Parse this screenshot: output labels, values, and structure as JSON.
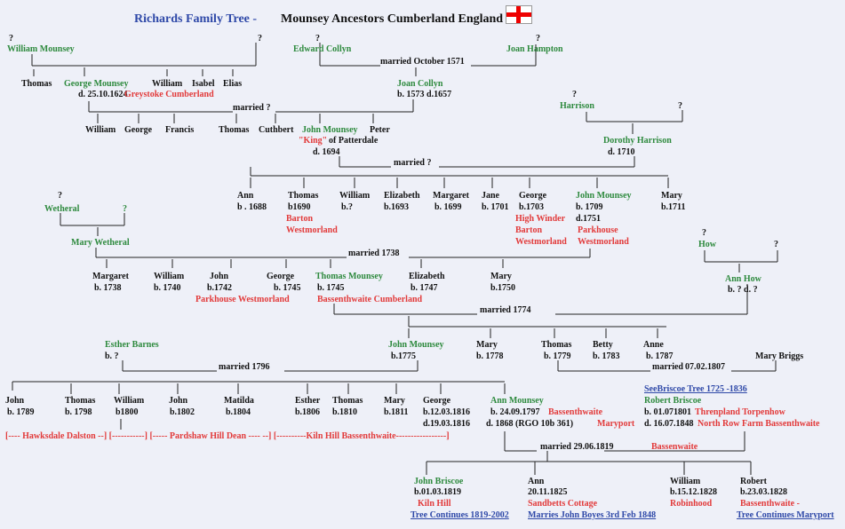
{
  "title": {
    "family": "Richards Family Tree -",
    "subtitle": "Mounsey Ancestors Cumberland England",
    "flag_icon": "england-flag-icon"
  },
  "colors": {
    "background": "#eef0f8",
    "green": "#2e8a3e",
    "red": "#e23a3a",
    "blue": "#2f49a8"
  },
  "labels": [
    {
      "t": "?",
      "c": "k"
    },
    {
      "t": "William Mounsey",
      "c": "g"
    },
    {
      "t": "?",
      "c": "k"
    },
    {
      "t": "?",
      "c": "k"
    },
    {
      "t": "Edward Collyn",
      "c": "g"
    },
    {
      "t": "?",
      "c": "k"
    },
    {
      "t": "Joan Hampton",
      "c": "g"
    },
    {
      "t": "married October 1571",
      "c": "k"
    },
    {
      "t": "Thomas",
      "c": "k"
    },
    {
      "t": "George Mounsey",
      "c": "g"
    },
    {
      "t": "William",
      "c": "k"
    },
    {
      "t": "Isabel",
      "c": "k"
    },
    {
      "t": "Elias",
      "c": "k"
    },
    {
      "t": "d. 25.10.1624",
      "c": "k"
    },
    {
      "t": "Greystoke Cumberland",
      "c": "r"
    },
    {
      "t": "Joan Collyn",
      "c": "g"
    },
    {
      "t": "b. 1573  d.1657",
      "c": "k"
    },
    {
      "t": "?",
      "c": "k"
    },
    {
      "t": "Harrison",
      "c": "g"
    },
    {
      "t": "?",
      "c": "k"
    },
    {
      "t": "married ?",
      "c": "k"
    },
    {
      "t": "William",
      "c": "k"
    },
    {
      "t": "George",
      "c": "k"
    },
    {
      "t": "Francis",
      "c": "k"
    },
    {
      "t": "Thomas",
      "c": "k"
    },
    {
      "t": "Cuthbert",
      "c": "k"
    },
    {
      "t": "John Mounsey",
      "c": "g"
    },
    {
      "t": "Peter",
      "c": "k"
    },
    {
      "t": "\"King\"",
      "c": "r"
    },
    {
      "t": "of Patterdale",
      "c": "k"
    },
    {
      "t": "d. 1694",
      "c": "k"
    },
    {
      "t": "Dorothy Harrison",
      "c": "g"
    },
    {
      "t": "d. 1710",
      "c": "k"
    },
    {
      "t": "married ?",
      "c": "k"
    },
    {
      "t": "?",
      "c": "k"
    },
    {
      "t": "Wetheral",
      "c": "g"
    },
    {
      "t": "?",
      "c": "g"
    },
    {
      "t": "Ann",
      "c": "k"
    },
    {
      "t": "b . 1688",
      "c": "k"
    },
    {
      "t": "Thomas",
      "c": "k"
    },
    {
      "t": "b1690",
      "c": "k"
    },
    {
      "t": "Barton",
      "c": "r"
    },
    {
      "t": "Westmorland",
      "c": "r"
    },
    {
      "t": "William",
      "c": "k"
    },
    {
      "t": "b.?",
      "c": "k"
    },
    {
      "t": "Elizabeth",
      "c": "k"
    },
    {
      "t": "b.1693",
      "c": "k"
    },
    {
      "t": "Margaret",
      "c": "k"
    },
    {
      "t": "b. 1699",
      "c": "k"
    },
    {
      "t": "Jane",
      "c": "k"
    },
    {
      "t": "b. 1701",
      "c": "k"
    },
    {
      "t": "George",
      "c": "k"
    },
    {
      "t": "b.1703",
      "c": "k"
    },
    {
      "t": "High Winder",
      "c": "r"
    },
    {
      "t": "Barton",
      "c": "r"
    },
    {
      "t": "Westmorland",
      "c": "r"
    },
    {
      "t": "John Mounsey",
      "c": "g"
    },
    {
      "t": "b. 1709",
      "c": "k"
    },
    {
      "t": "d.1751",
      "c": "k"
    },
    {
      "t": "Parkhouse",
      "c": "r"
    },
    {
      "t": "Westmorland",
      "c": "r"
    },
    {
      "t": "Mary",
      "c": "k"
    },
    {
      "t": "b.1711",
      "c": "k"
    },
    {
      "t": "Mary Wetheral",
      "c": "g"
    },
    {
      "t": "married 1738",
      "c": "k"
    },
    {
      "t": "?",
      "c": "k"
    },
    {
      "t": "How",
      "c": "g"
    },
    {
      "t": "?",
      "c": "k"
    },
    {
      "t": "Margaret",
      "c": "k"
    },
    {
      "t": "b. 1738",
      "c": "k"
    },
    {
      "t": "William",
      "c": "k"
    },
    {
      "t": "b. 1740",
      "c": "k"
    },
    {
      "t": "John",
      "c": "k"
    },
    {
      "t": "b.1742",
      "c": "k"
    },
    {
      "t": "Parkhouse Westmorland",
      "c": "r"
    },
    {
      "t": "George",
      "c": "k"
    },
    {
      "t": "b. 1745",
      "c": "k"
    },
    {
      "t": "Thomas Mounsey",
      "c": "g"
    },
    {
      "t": "b. 1745",
      "c": "k"
    },
    {
      "t": "Bassenthwaite  Cumberland",
      "c": "r"
    },
    {
      "t": "Elizabeth",
      "c": "k"
    },
    {
      "t": "b. 1747",
      "c": "k"
    },
    {
      "t": "Mary",
      "c": "k"
    },
    {
      "t": "b.1750",
      "c": "k"
    },
    {
      "t": "Ann  How",
      "c": "g"
    },
    {
      "t": "b. ?  d. ?",
      "c": "k"
    },
    {
      "t": "married  1774",
      "c": "k"
    },
    {
      "t": "Esther Barnes",
      "c": "g"
    },
    {
      "t": "b. ?",
      "c": "k"
    },
    {
      "t": "John Mounsey",
      "c": "g"
    },
    {
      "t": "b.1775",
      "c": "k"
    },
    {
      "t": "Mary",
      "c": "k"
    },
    {
      "t": "b. 1778",
      "c": "k"
    },
    {
      "t": "Thomas",
      "c": "k"
    },
    {
      "t": "b. 1779",
      "c": "k"
    },
    {
      "t": "Betty",
      "c": "k"
    },
    {
      "t": "b. 1783",
      "c": "k"
    },
    {
      "t": "Anne",
      "c": "k"
    },
    {
      "t": "b. 1787",
      "c": "k"
    },
    {
      "t": "Mary Briggs",
      "c": "k"
    },
    {
      "t": "married 1796",
      "c": "k"
    },
    {
      "t": "married",
      "c": "k"
    },
    {
      "t": "07.02.1807",
      "c": "k"
    },
    {
      "t": "SeeBriscoe Tree 1725 -1836",
      "c": "bu"
    },
    {
      "t": "John",
      "c": "k"
    },
    {
      "t": "b. 1789",
      "c": "k"
    },
    {
      "t": "Thomas",
      "c": "k"
    },
    {
      "t": "b. 1798",
      "c": "k"
    },
    {
      "t": "William",
      "c": "k"
    },
    {
      "t": "b1800",
      "c": "k"
    },
    {
      "t": "John",
      "c": "k"
    },
    {
      "t": "b.1802",
      "c": "k"
    },
    {
      "t": "Matilda",
      "c": "k"
    },
    {
      "t": "b.1804",
      "c": "k"
    },
    {
      "t": "Esther",
      "c": "k"
    },
    {
      "t": "b.1806",
      "c": "k"
    },
    {
      "t": "Thomas",
      "c": "k"
    },
    {
      "t": "b.1810",
      "c": "k"
    },
    {
      "t": "Mary",
      "c": "k"
    },
    {
      "t": "b.1811",
      "c": "k"
    },
    {
      "t": "George",
      "c": "k"
    },
    {
      "t": "b.12.03.1816",
      "c": "k"
    },
    {
      "t": "d.19.03.1816",
      "c": "k"
    },
    {
      "t": "Ann  Mounsey",
      "c": "g"
    },
    {
      "t": "b. 24.09.1797",
      "c": "k"
    },
    {
      "t": "Bassenthwaite",
      "c": "r"
    },
    {
      "t": "d. 1868 (RGO 10b 361)",
      "c": "k"
    },
    {
      "t": "Maryport",
      "c": "r"
    },
    {
      "t": "Robert    Briscoe",
      "c": "g"
    },
    {
      "t": "b. 01.071801",
      "c": "k"
    },
    {
      "t": "Threnpland Torpenhow",
      "c": "r"
    },
    {
      "t": "d. 16.07.1848",
      "c": "k"
    },
    {
      "t": "North Row Farm Bassenthwaite",
      "c": "r"
    },
    {
      "t": "[----  Hawksdale Dalston  --] [-----------] [-----  Pardshaw Hill Dean  ----  --] [----------Kiln Hill Bassenthwaite-----------------]",
      "c": "r"
    },
    {
      "t": "married 29.06.1819",
      "c": "k"
    },
    {
      "t": "Bassenwaite",
      "c": "r"
    },
    {
      "t": "John  Briscoe",
      "c": "g"
    },
    {
      "t": "b.01.03.1819",
      "c": "k"
    },
    {
      "t": "Kiln Hill",
      "c": "r"
    },
    {
      "t": "Tree Continues 1819-2002",
      "c": "bu"
    },
    {
      "t": "Ann",
      "c": "k"
    },
    {
      "t": "20.11.1825",
      "c": "k"
    },
    {
      "t": "Sandbetts Cottage",
      "c": "r"
    },
    {
      "t": "Marries John Boyes 3rd Feb 1848",
      "c": "bu"
    },
    {
      "t": "William",
      "c": "k"
    },
    {
      "t": "b.15.12.1828",
      "c": "k"
    },
    {
      "t": "Robinhood",
      "c": "r"
    },
    {
      "t": "Robert",
      "c": "k"
    },
    {
      "t": "b.23.03.1828",
      "c": "k"
    },
    {
      "t": "Bassenthwaite -",
      "c": "r"
    },
    {
      "t": "Tree Continues Maryport",
      "c": "bu"
    }
  ]
}
